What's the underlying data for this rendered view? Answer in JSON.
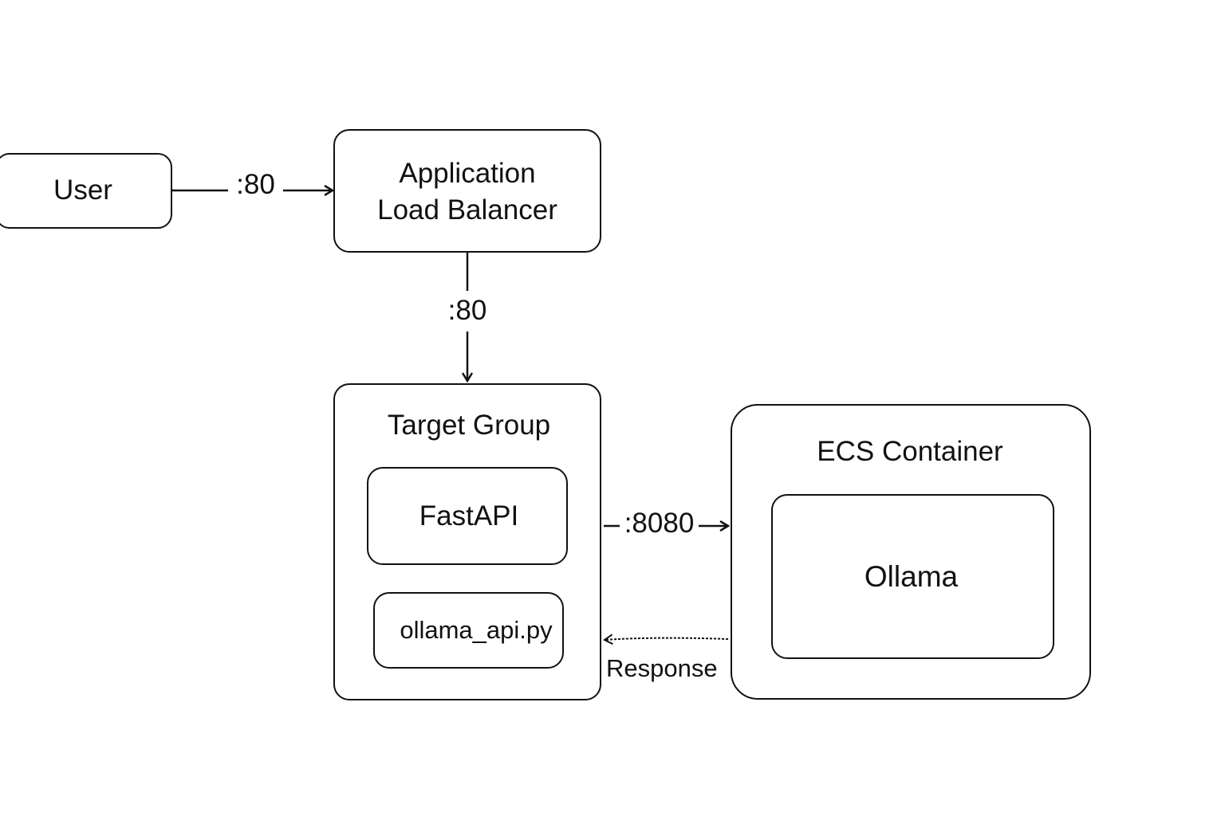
{
  "nodes": {
    "user": {
      "label": "User"
    },
    "alb": {
      "line1": "Application",
      "line2": "Load Balancer"
    },
    "target_group": {
      "title": "Target Group"
    },
    "fastapi": {
      "label": "FastAPI"
    },
    "ollama_api": {
      "label": "ollama_api.py"
    },
    "ecs_container": {
      "title": "ECS Container"
    },
    "ollama": {
      "label": "Ollama"
    }
  },
  "edges": {
    "user_to_alb": {
      "label": ":80"
    },
    "alb_to_target_group": {
      "label": ":80"
    },
    "target_group_to_ecs": {
      "label": ":8080"
    },
    "ecs_to_target_group": {
      "label": "Response",
      "style": "dashed"
    }
  },
  "colors": {
    "stroke": "#111111",
    "background": "#ffffff"
  }
}
